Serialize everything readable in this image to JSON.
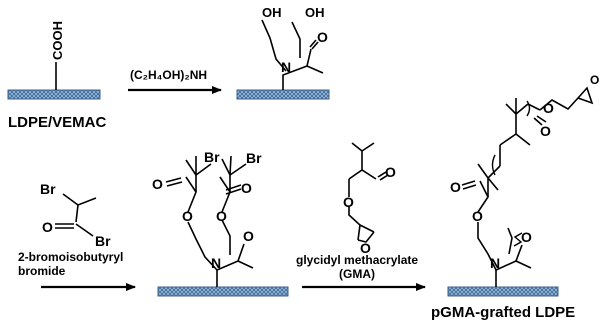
{
  "colors": {
    "ink": "#000000",
    "surface_fill": "#8fb8dc",
    "surface_stroke": "#3a5f8a",
    "background": "#ffffff"
  },
  "labels": {
    "substrate": "LDPE/VEMAC",
    "reagent1": "(C₂H₄OH)₂NH",
    "reagent2_line1": "2-bromoisobutyryl",
    "reagent2_line2": "bromide",
    "reagent3_line1": "glycidyl methacrylate",
    "reagent3_line2": "(GMA)",
    "product": "pGMA-grafted LDPE"
  },
  "atoms": {
    "cooh": "COOH",
    "oh": "OH",
    "n": "N",
    "o": "O",
    "br": "Br"
  }
}
